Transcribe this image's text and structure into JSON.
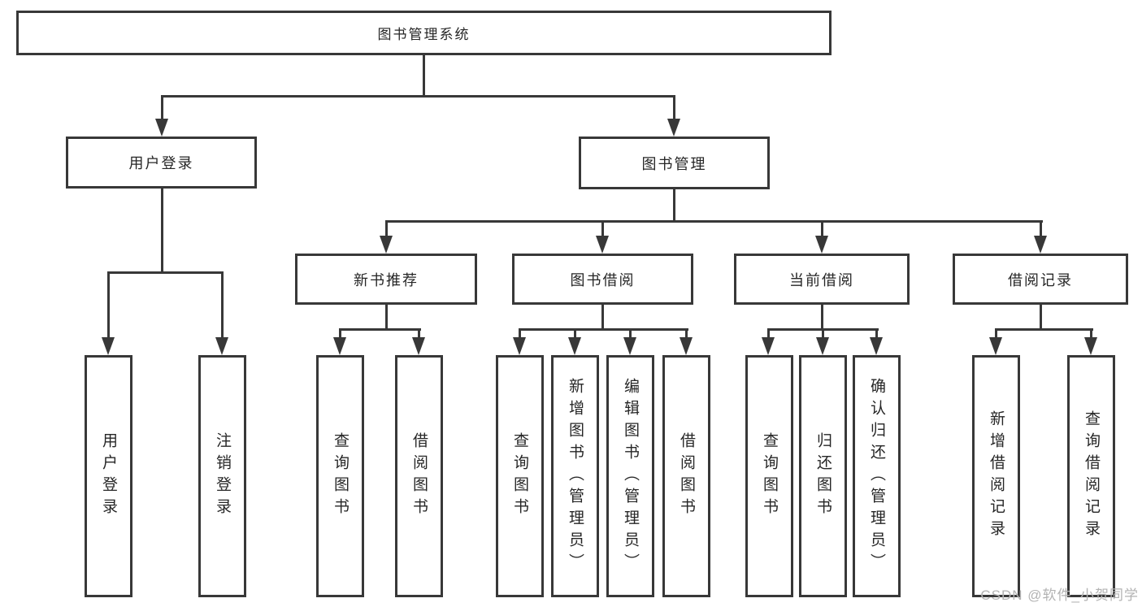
{
  "diagram": {
    "title": "图书管理系统",
    "nodes": {
      "root": {
        "label": "图书管理系统"
      },
      "user_login": {
        "label": "用户登录"
      },
      "book_mgmt": {
        "label": "图书管理"
      },
      "new_book_rec": {
        "label": "新书推荐"
      },
      "book_borrow": {
        "label": "图书借阅"
      },
      "current_borrow": {
        "label": "当前借阅"
      },
      "borrow_record": {
        "label": "借阅记录"
      },
      "leaf_user_login": {
        "label": "用户登录"
      },
      "leaf_logout": {
        "label": "注销登录"
      },
      "leaf_query_book_1": {
        "label": "查询图书"
      },
      "leaf_borrow_book_1": {
        "label": "借阅图书"
      },
      "leaf_query_book_2": {
        "label": "查询图书"
      },
      "leaf_add_book": {
        "label": "新增图书（管理员）"
      },
      "leaf_edit_book": {
        "label": "编辑图书（管理员）"
      },
      "leaf_borrow_book_2": {
        "label": "借阅图书"
      },
      "leaf_query_book_3": {
        "label": "查询图书"
      },
      "leaf_return_book": {
        "label": "归还图书"
      },
      "leaf_confirm_return": {
        "label": "确认归还（管理员）"
      },
      "leaf_add_record": {
        "label": "新增借阅记录"
      },
      "leaf_query_record": {
        "label": "查询借阅记录"
      }
    },
    "hierarchy": {
      "图书管理系统": {
        "用户登录": [
          "用户登录",
          "注销登录"
        ],
        "图书管理": {
          "新书推荐": [
            "查询图书",
            "借阅图书"
          ],
          "图书借阅": [
            "查询图书",
            "新增图书（管理员）",
            "编辑图书（管理员）",
            "借阅图书"
          ],
          "当前借阅": [
            "查询图书",
            "归还图书",
            "确认归还（管理员）"
          ],
          "借阅记录": [
            "新增借阅记录",
            "查询借阅记录"
          ]
        }
      }
    }
  },
  "watermark": {
    "text": "CSDN @软件_小贺同学"
  },
  "colors": {
    "line": "#383838",
    "text": "#262626",
    "background": "#ffffff",
    "watermark": "#b3b3b3"
  }
}
